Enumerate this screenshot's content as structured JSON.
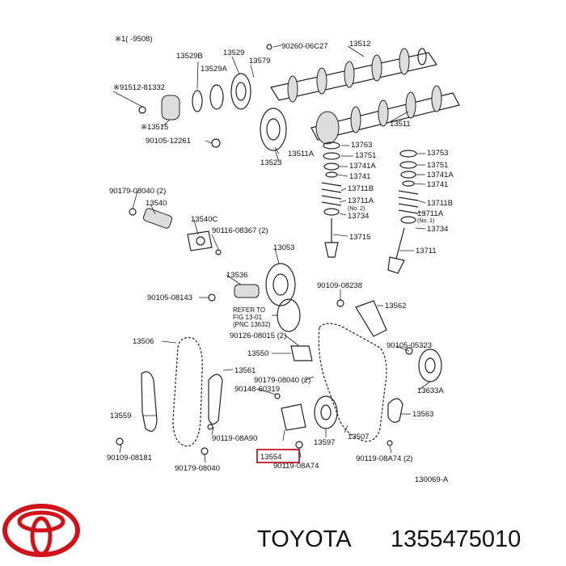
{
  "diagram": {
    "header_note": "※1(      -9508)",
    "footer_code": "130069-A",
    "highlight_color": "#c0182a",
    "labels": [
      {
        "id": "l1",
        "text": "90260-06C27"
      },
      {
        "id": "l2",
        "text": "13512"
      },
      {
        "id": "l3",
        "text": "13529B"
      },
      {
        "id": "l4",
        "text": "13529"
      },
      {
        "id": "l5",
        "text": "13579"
      },
      {
        "id": "l6",
        "text": "13529A"
      },
      {
        "id": "l7",
        "text": "※91512-81332"
      },
      {
        "id": "l8",
        "text": "※13515"
      },
      {
        "id": "l9",
        "text": "13511"
      },
      {
        "id": "l10",
        "text": "90105-12261"
      },
      {
        "id": "l11",
        "text": "13763"
      },
      {
        "id": "l12",
        "text": "13751"
      },
      {
        "id": "l13",
        "text": "13741A"
      },
      {
        "id": "l14",
        "text": "13741"
      },
      {
        "id": "l15",
        "text": "13711B"
      },
      {
        "id": "l16",
        "text": "13711A"
      },
      {
        "id": "l17",
        "text": "(No. 2)"
      },
      {
        "id": "l18",
        "text": "13734"
      },
      {
        "id": "l19",
        "text": "13511A"
      },
      {
        "id": "l20",
        "text": "13523"
      },
      {
        "id": "l21",
        "text": "13753"
      },
      {
        "id": "l22",
        "text": "13751"
      },
      {
        "id": "l23",
        "text": "13741A"
      },
      {
        "id": "l24",
        "text": "13741"
      },
      {
        "id": "l25",
        "text": "13711B"
      },
      {
        "id": "l26",
        "text": "13711A"
      },
      {
        "id": "l27",
        "text": "(No. 1)"
      },
      {
        "id": "l28",
        "text": "13734"
      },
      {
        "id": "l29",
        "text": "90179-08040 (2)"
      },
      {
        "id": "l30",
        "text": "13540"
      },
      {
        "id": "l31",
        "text": "13540C"
      },
      {
        "id": "l32",
        "text": "90116-08367 (2)"
      },
      {
        "id": "l33",
        "text": "13715"
      },
      {
        "id": "l34",
        "text": "13053"
      },
      {
        "id": "l35",
        "text": "13711"
      },
      {
        "id": "l36",
        "text": "13536"
      },
      {
        "id": "l37",
        "text": "90105-08143"
      },
      {
        "id": "l38",
        "text": "REFER TO"
      },
      {
        "id": "l39",
        "text": "FIG 13-01"
      },
      {
        "id": "l40",
        "text": "(PNC 13632)"
      },
      {
        "id": "l41",
        "text": "90109-08238"
      },
      {
        "id": "l42",
        "text": "13562"
      },
      {
        "id": "l43",
        "text": "13506"
      },
      {
        "id": "l44",
        "text": "90126-08015 (2)"
      },
      {
        "id": "l45",
        "text": "90105-05323"
      },
      {
        "id": "l46",
        "text": "13550"
      },
      {
        "id": "l47",
        "text": "13561"
      },
      {
        "id": "l48",
        "text": "90179-08040 (2)"
      },
      {
        "id": "l49",
        "text": "13633A"
      },
      {
        "id": "l50",
        "text": "90148-60319"
      },
      {
        "id": "l51",
        "text": "13559"
      },
      {
        "id": "l52",
        "text": "90119-08A90"
      },
      {
        "id": "l53",
        "text": "13563"
      },
      {
        "id": "l54",
        "text": "13597"
      },
      {
        "id": "l55",
        "text": "13507"
      },
      {
        "id": "l56",
        "text": "13554"
      },
      {
        "id": "l57",
        "text": "90109-08181"
      },
      {
        "id": "l58",
        "text": "90179-08040"
      },
      {
        "id": "l59",
        "text": "90119-08A74"
      },
      {
        "id": "l60",
        "text": "90119-08A74 (2)"
      }
    ]
  },
  "brand": {
    "logo_text": "TOYOTA",
    "name": "TOYOTA",
    "part_number": "1355475010",
    "logo_color": "#d0121b"
  }
}
